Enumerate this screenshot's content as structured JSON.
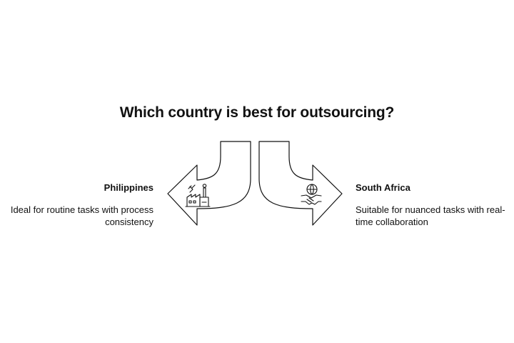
{
  "title": "Which country is best for outsourcing?",
  "options": [
    {
      "name": "Philippines",
      "description": "Ideal for routine tasks with process consistency",
      "icon": "factory-icon"
    },
    {
      "name": "South Africa",
      "description": "Suitable for nuanced tasks with real-time collaboration",
      "icon": "handshake-globe-icon"
    }
  ]
}
